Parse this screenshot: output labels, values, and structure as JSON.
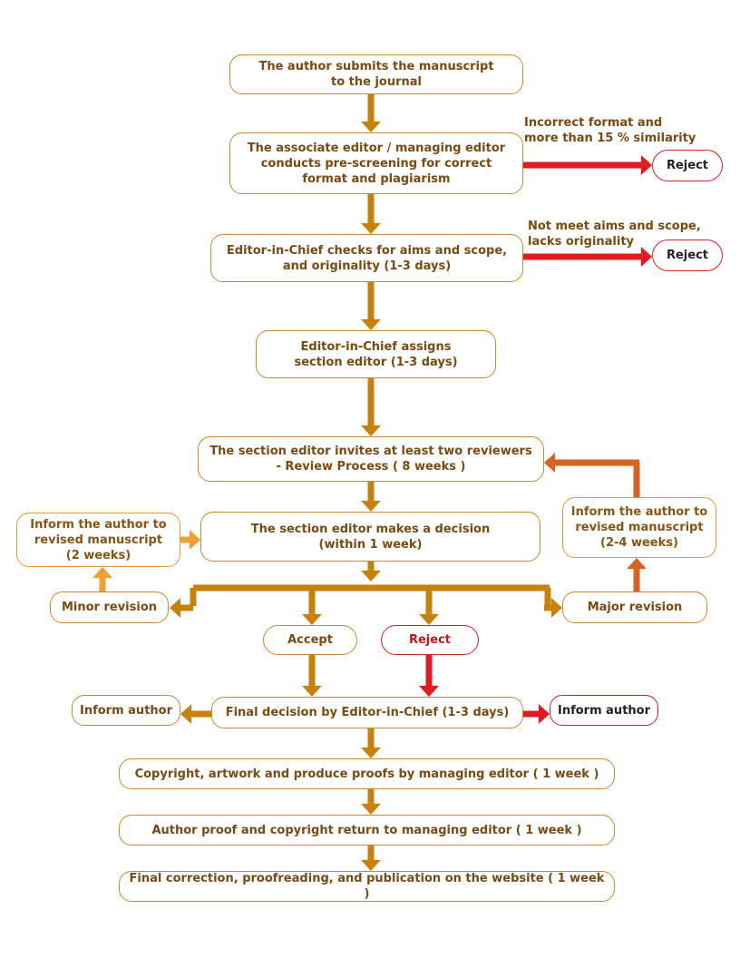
{
  "colors": {
    "box_border": "#c98a2e",
    "box_text": "#7a4a10",
    "arrow_main": "#c8820a",
    "arrow_light": "#f0a030",
    "arrow_dark_orange": "#d9621e",
    "arrow_red": "#e11b22"
  },
  "nodes": {
    "submit": "The author submits the manuscript\nto the journal",
    "prescreen": "The associate editor / managing editor\nconducts pre-screening for correct\nformat and plagiarism",
    "reject1": "Reject",
    "aims": "Editor-in-Chief checks for aims and scope,\nand originality (1-3 days)",
    "reject2": "Reject",
    "assign": "Editor-in-Chief assigns\nsection editor (1-3 days)",
    "invite": "The section editor invites at least two reviewers\n- Review Process ( 8 weeks )",
    "decision": "The section editor makes a decision\n(within 1 week)",
    "inform_minor": "Inform the author to\nrevised manuscript\n(2 weeks)",
    "inform_major": "Inform the author to\nrevised manuscript\n(2-4 weeks)",
    "minor": "Minor revision",
    "major": "Major revision",
    "accept": "Accept",
    "reject3": "Reject",
    "final": "Final decision by Editor-in-Chief (1-3 days)",
    "inform_left": "Inform author",
    "inform_right": "Inform author",
    "copyright": "Copyright, artwork and produce proofs by managing editor ( 1 week )",
    "proof": "Author proof and copyright return to managing editor ( 1 week )",
    "publish": "Final correction, proofreading, and publication on the website ( 1 week )"
  },
  "labels": {
    "reject1_reason": "Incorrect format and\nmore than 15 % similarity",
    "reject2_reason": "Not meet aims and scope,\nlacks originality"
  }
}
